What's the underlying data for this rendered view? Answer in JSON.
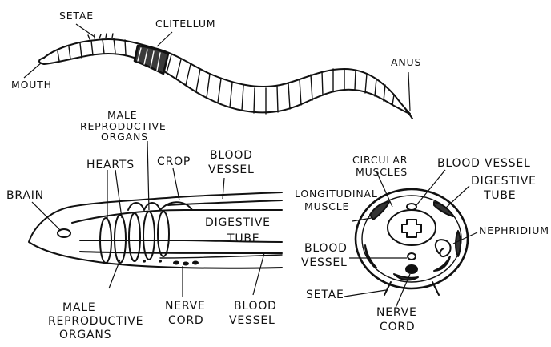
{
  "external_view": {
    "labels": {
      "setae": "SETAE",
      "clitellum": "CLITELLUM",
      "mouth": "MOUTH",
      "anus": "ANUS"
    }
  },
  "longitudinal_section": {
    "labels": {
      "male_reproductive_organs_top_1": "MALE",
      "male_reproductive_organs_top_2": "REPRODUCTIVE",
      "male_reproductive_organs_top_3": "ORGANS",
      "hearts": "HEARTS",
      "crop": "CROP",
      "blood_vessel_top_1": "BLOOD",
      "blood_vessel_top_2": "VESSEL",
      "brain": "BRAIN",
      "digestive_tube_1": "DIGESTIVE",
      "digestive_tube_2": "TUBE",
      "male_reproductive_organs_bottom_1": "MALE",
      "male_reproductive_organs_bottom_2": "REPRODUCTIVE",
      "male_reproductive_organs_bottom_3": "ORGANS",
      "nerve_cord_1": "NERVE",
      "nerve_cord_2": "CORD",
      "blood_vessel_bottom_1": "BLOOD",
      "blood_vessel_bottom_2": "VESSEL"
    }
  },
  "cross_section": {
    "labels": {
      "circular_muscles_1": "CIRCULAR",
      "circular_muscles_2": "MUSCLES",
      "blood_vessel_top": "BLOOD VESSEL",
      "digestive_tube_1": "DIGESTIVE",
      "digestive_tube_2": "TUBE",
      "longitudinal_muscle_1": "LONGITUDINAL",
      "longitudinal_muscle_2": "MUSCLE",
      "nephridium": "NEPHRIDIUM",
      "blood_vessel_left_1": "BLOOD",
      "blood_vessel_left_2": "VESSEL",
      "setae": "SETAE",
      "nerve_cord_1": "NERVE",
      "nerve_cord_2": "CORD"
    }
  }
}
